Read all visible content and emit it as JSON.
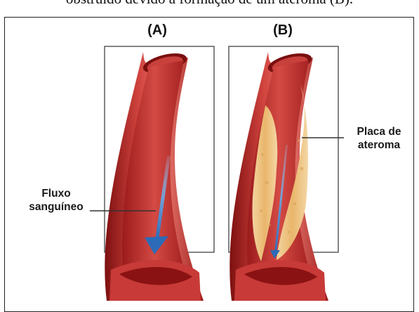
{
  "caption": "obstruído devido à formação de um ateroma (B).",
  "panels": [
    {
      "label": "(A)"
    },
    {
      "label": "(B)"
    }
  ],
  "labels": {
    "blood_flow_line1": "Fluxo",
    "blood_flow_line2": "sanguíneo",
    "plaque_line1": "Placa de",
    "plaque_line2": "ateroma"
  },
  "colors": {
    "vessel_dark": "#8e1414",
    "vessel_mid": "#c9383a",
    "vessel_light": "#e97a74",
    "plaque": "#eec27e",
    "flow_arrow": "#3f7fc7"
  }
}
